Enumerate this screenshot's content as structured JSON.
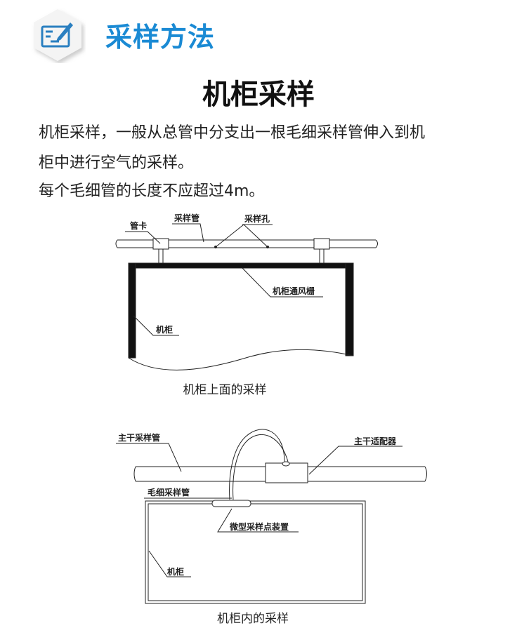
{
  "header": {
    "icon": "edit-document-icon",
    "section_title": "采样方法"
  },
  "main_title": "机柜采样",
  "paragraphs": [
    "机柜采样，一般从总管中分支出一根毛细采样管伸入到机",
    "柜中进行空气的采样。",
    "每个毛细管的长度不应超过4m。"
  ],
  "diagram_top": {
    "labels": {
      "clamp": "管卡",
      "pipe": "采样管",
      "holes": "采样孔",
      "grille": "机柜通风栅",
      "cabinet": "机柜"
    },
    "caption": "机柜上面的采样"
  },
  "diagram_inside": {
    "labels": {
      "main_pipe": "主干采样管",
      "adapter": "主干适配器",
      "capillary": "毛细采样管",
      "device": "微型采样点装置",
      "cabinet": "机柜"
    },
    "caption": "机柜内的采样"
  }
}
